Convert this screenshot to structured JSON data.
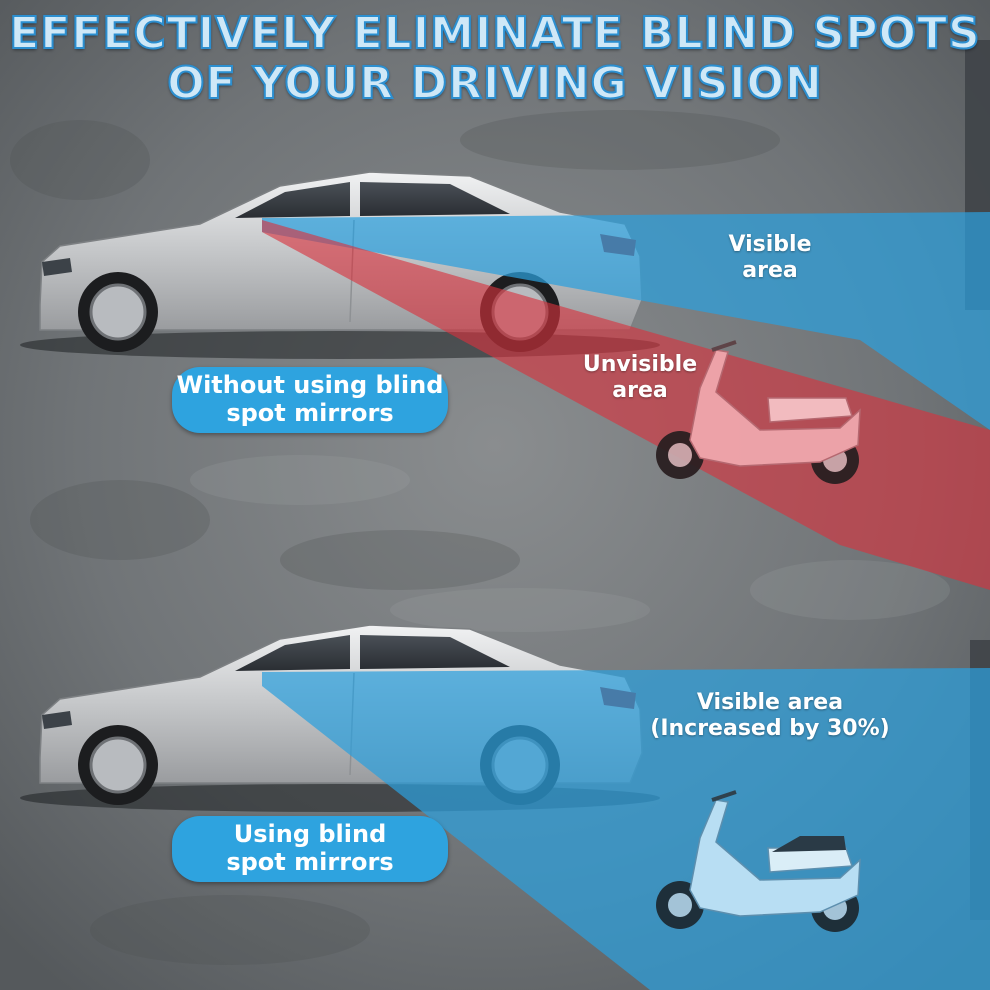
{
  "title": {
    "line1": "EFFECTIVELY ELIMINATE BLIND SPOTS",
    "line2": "OF YOUR DRIVING VISION"
  },
  "top_panel": {
    "visible_label": "Visible area",
    "unvisible_label_line1": "Unvisible",
    "unvisible_label_line2": "area",
    "pill_line1": "Without using blind",
    "pill_line2": "spot mirrors"
  },
  "bottom_panel": {
    "visible_label_line1": "Visible area",
    "visible_label_line2": "(Increased by 30%)",
    "pill_line1": "Using blind",
    "pill_line2": "spot mirrors"
  },
  "colors": {
    "visible_zone": "#2d9fdc",
    "unvisible_zone": "#d9323e",
    "pill": "#2ea3df",
    "title_text": "#cfe8f7",
    "title_outline": "#2c8fd0"
  }
}
